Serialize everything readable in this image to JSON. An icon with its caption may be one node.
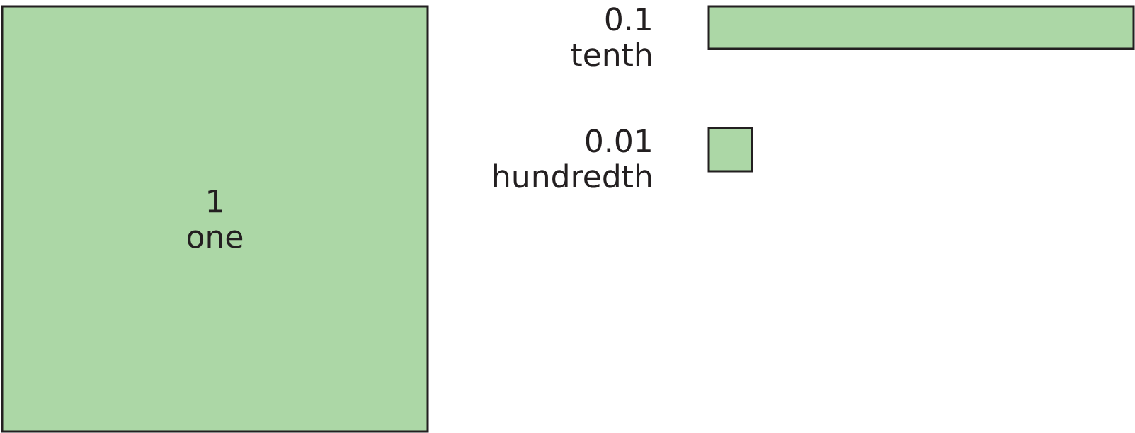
{
  "diagram": {
    "nodes": [
      {
        "text": [
          "1",
          "one"
        ]
      },
      {
        "text": [],
        "shape": "bar",
        "beside": [
          "0.1",
          "tenth"
        ]
      },
      {
        "text": [],
        "shape": "box",
        "beside": [
          "0.01",
          "hundredth"
        ]
      }
    ]
  }
}
